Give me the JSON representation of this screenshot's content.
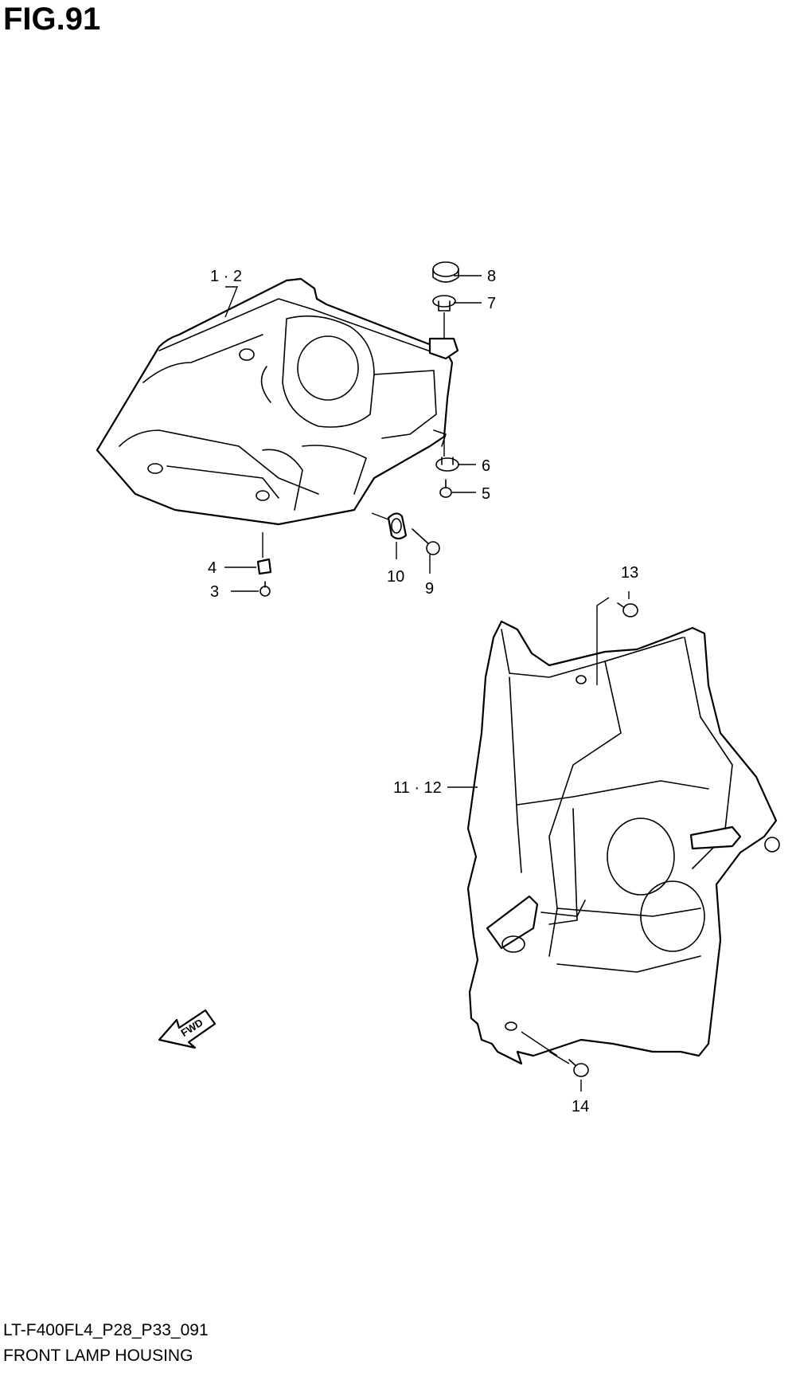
{
  "figure_title": "FIG.91",
  "model_code": "LT-F400FL4_P28_P33_091",
  "section_title": "FRONT LAMP HOUSING",
  "direction_marker": "FWD",
  "callouts": {
    "c1_2": "1 · 2",
    "c3": "3",
    "c4": "4",
    "c5": "5",
    "c6": "6",
    "c7": "7",
    "c8": "8",
    "c9": "9",
    "c10": "10",
    "c11_12": "11 · 12",
    "c13": "13",
    "c14": "14"
  }
}
